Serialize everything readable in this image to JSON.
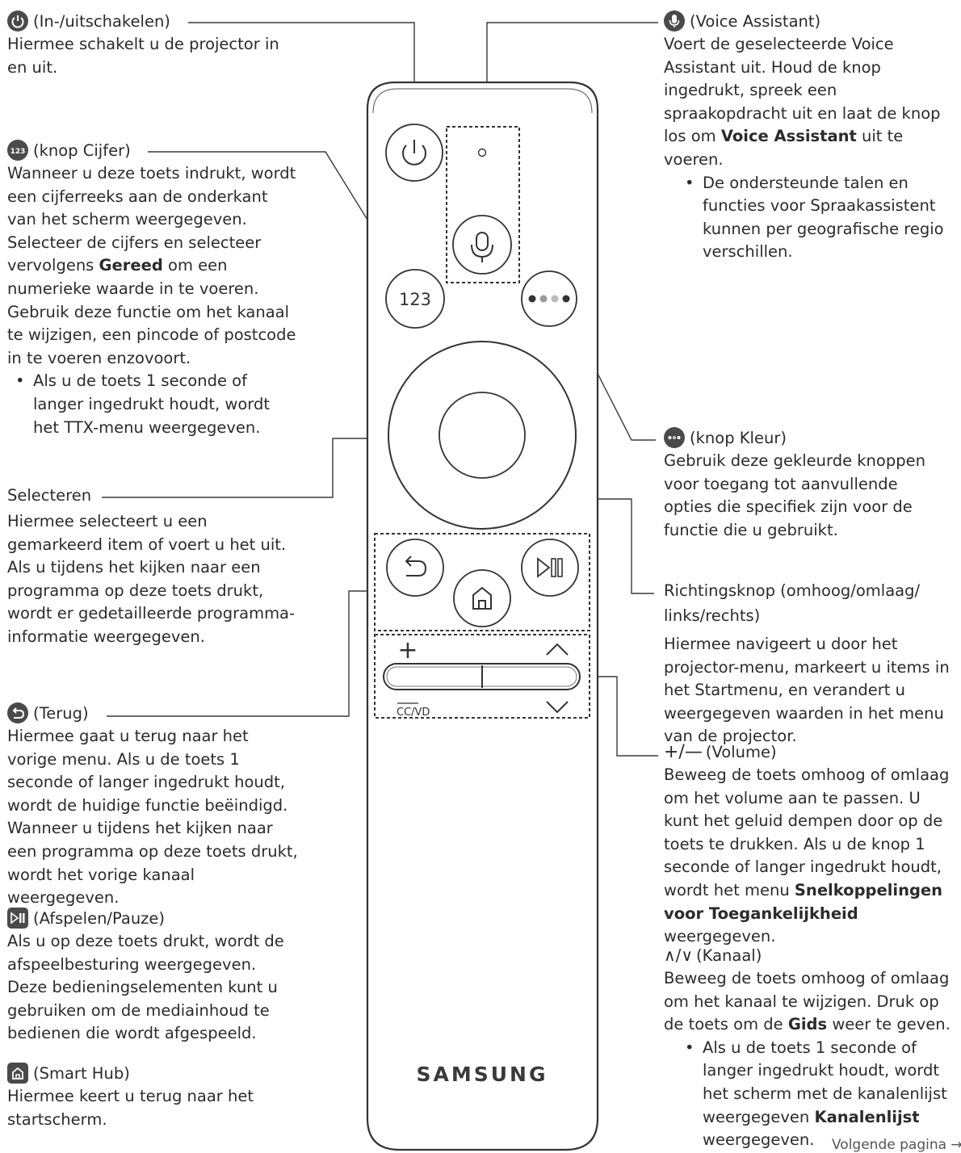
{
  "power": {
    "title": "(In-/uitschakelen)",
    "text": "Hiermee schakelt u de projector in en uit."
  },
  "number": {
    "title": "(knop Cijfer)",
    "text_parts": [
      "Wanneer u deze toets indrukt, wordt een cijferreeks aan de onderkant van het scherm weergegeven. Selecteer de cijfers en selecteer vervolgens ",
      "Gereed",
      " om een numerieke waarde in te voeren. Gebruik deze functie om het kanaal te wijzigen, een pincode of postcode in te voeren enzovoort."
    ],
    "bullet": "Als u de toets 1 seconde of langer ingedrukt houdt, wordt het TTX-menu weergegeven."
  },
  "select": {
    "title": "Selecteren",
    "text": "Hiermee selecteert u een gemarkeerd item of voert u het uit. Als u tijdens het kijken naar een programma op deze toets drukt, wordt er gedetailleerde programma-informatie weergegeven."
  },
  "back": {
    "title": "(Terug)",
    "text": "Hiermee gaat u terug naar het vorige menu. Als u de toets 1 seconde of langer ingedrukt houdt, wordt de huidige functie beëindigd. Wanneer u tijdens het kijken naar een programma op deze toets drukt, wordt het vorige kanaal weergegeven."
  },
  "playpause": {
    "title": "(Afspelen/Pauze)",
    "text": "Als u op deze toets drukt, wordt de afspeelbesturing weergegeven. Deze bedieningselementen kunt u gebruiken om de mediainhoud te bedienen die wordt afgespeeld."
  },
  "smarthub": {
    "title": "(Smart Hub)",
    "text": "Hiermee keert u terug naar het startscherm."
  },
  "voice": {
    "title": "(Voice Assistant)",
    "text_parts": [
      "Voert de geselecteerde Voice Assistant uit. Houd de knop ingedrukt, spreek een spraakopdracht uit en laat de knop los om ",
      "Voice Assistant",
      " uit te voeren."
    ],
    "bullet": "De ondersteunde talen en functies voor Spraakassistent kunnen per geografische regio verschillen."
  },
  "color": {
    "title": "(knop Kleur)",
    "text": "Gebruik deze gekleurde knoppen voor toegang tot aanvullende opties die specifiek zijn voor de functie die u gebruikt."
  },
  "direction": {
    "title": "Richtingsknop (omhoog/omlaag/ links/rechts)",
    "text": "Hiermee navigeert u door het projector-menu, markeert u items in het Startmenu, en verandert u weergegeven waarden in het menu van de projector."
  },
  "volume": {
    "title_symbol": "+/—",
    "title": "(Volume)",
    "text_parts": [
      "Beweeg de toets omhoog of omlaag om het volume aan te passen. U kunt het geluid dempen door op de toets te drukken. Als u de knop 1 seconde of langer ingedrukt houdt, wordt het menu ",
      "Snelkoppelingen voor Toegankelijkheid",
      " weergegeven."
    ]
  },
  "channel": {
    "title_symbol": "∧/∨",
    "title": "(Kanaal)",
    "text_parts": [
      "Beweeg de toets omhoog of omlaag om het kanaal te wijzigen. Druk op de toets om de ",
      "Gids",
      " weer te geven."
    ],
    "bullet_parts": [
      "Als u de toets 1 seconde of langer ingedrukt houdt, wordt het scherm met de kanalenlijst weergegeven ",
      "Kanalenlijst",
      " weergegeven."
    ]
  },
  "remote": {
    "brand": "SAMSUNG",
    "number_label": "123",
    "cc_label": "CC/VD",
    "plus_label": "+",
    "up_label": "∧",
    "down_label": "∨"
  },
  "footer": {
    "text": "Volgende pagina →"
  }
}
